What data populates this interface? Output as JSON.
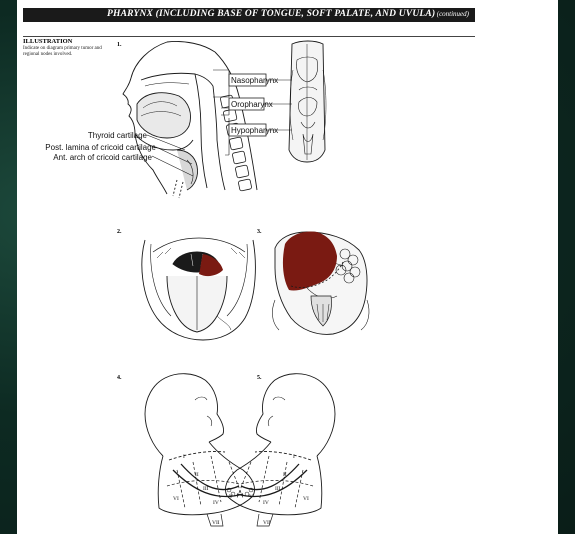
{
  "header": {
    "title": "PHARYNX (INCLUDING BASE OF TONGUE, SOFT PALATE, AND UVULA)",
    "continued": "(continued)"
  },
  "section": {
    "label": "ILLUSTRATION",
    "note": "Indicate on diagram primary tumor and regional nodes involved."
  },
  "figures": {
    "fig1": {
      "number": "1.",
      "regions": [
        "Nasopharynx",
        "Oropharynx",
        "Hypopharynx"
      ],
      "structures": [
        "Thyroid cartilage",
        "Post. lamina of cricoid cartilage",
        "Ant. arch of cricoid cartilage"
      ]
    },
    "fig2": {
      "number": "2."
    },
    "fig3": {
      "number": "3."
    },
    "fig4": {
      "number": "4.",
      "levels": [
        "I",
        "II",
        "III",
        "IV",
        "V",
        "VI",
        "VII"
      ]
    },
    "fig5": {
      "number": "5.",
      "levels": [
        "I",
        "II",
        "III",
        "IV",
        "V",
        "VI",
        "VII"
      ]
    }
  },
  "colors": {
    "tumor": "#7a1a12",
    "header_bg": "#1a1a1a",
    "page_bg": "#0d2a22"
  }
}
